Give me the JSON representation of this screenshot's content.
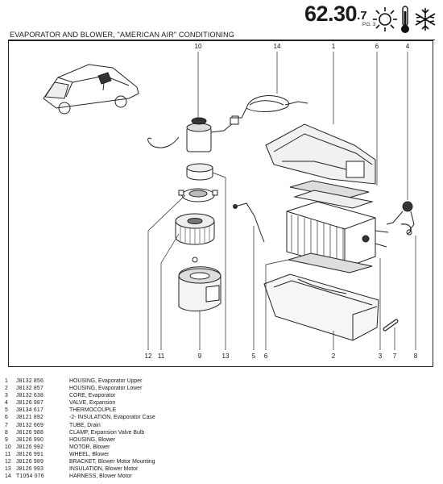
{
  "header": {
    "page_ref_main": "62.30",
    "page_ref_sub": ".7",
    "page_ref_pg": "P.G. 3",
    "title": "EVAPORATOR AND BLOWER, \"AMERICAN AIR\" CONDITIONING",
    "icons": [
      "sun-icon",
      "thermometer-icon",
      "snowflake-icon"
    ]
  },
  "callouts": [
    "10",
    "14",
    "1",
    "6",
    "4",
    "12",
    "11",
    "9",
    "13",
    "5",
    "6",
    "2",
    "3",
    "7",
    "8"
  ],
  "parts": [
    {
      "num": "1",
      "part_no": "J8132 856",
      "desc": "HOUSING, Evaporator Upper"
    },
    {
      "num": "2",
      "part_no": "J8132 857",
      "desc": "HOUSING, Evaporator Lower"
    },
    {
      "num": "3",
      "part_no": "J8132 638",
      "desc": "CORE, Evaporator"
    },
    {
      "num": "4",
      "part_no": "J8126 987",
      "desc": "VALVE, Expansion"
    },
    {
      "num": "5",
      "part_no": "J8134 617",
      "desc": "THERMOCOUPLE"
    },
    {
      "num": "6",
      "part_no": "J8121 892",
      "desc": "-2- INSULATION, Evaporator Case"
    },
    {
      "num": "7",
      "part_no": "J8132 669",
      "desc": "TUBE, Drain"
    },
    {
      "num": "8",
      "part_no": "J8126 988",
      "desc": "CLAMP, Expansion Valve Bulb"
    },
    {
      "num": "9",
      "part_no": "J8126 990",
      "desc": "HOUSING, Blower"
    },
    {
      "num": "10",
      "part_no": "J8126 992",
      "desc": "MOTOR, Blower"
    },
    {
      "num": "11",
      "part_no": "J8126 991",
      "desc": "WHEEL, Blower"
    },
    {
      "num": "12",
      "part_no": "J8126 989",
      "desc": "BRACKET, Blower Motor Mounting"
    },
    {
      "num": "13",
      "part_no": "J8126 993",
      "desc": "INSULATION, Blower Motor"
    },
    {
      "num": "14",
      "part_no": "T1054 076",
      "desc": "HARNESS, Blower Motor"
    }
  ]
}
